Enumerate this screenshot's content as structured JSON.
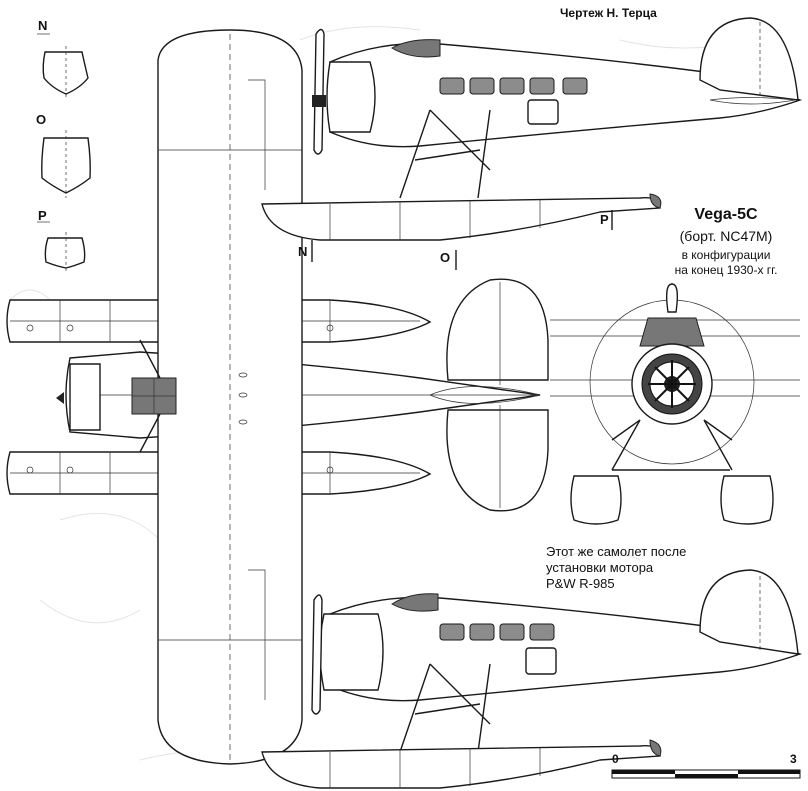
{
  "credit": "Чертеж Н. Терца",
  "sections": [
    {
      "id": "N",
      "label": "N"
    },
    {
      "id": "O",
      "label": "O"
    },
    {
      "id": "P",
      "label": "P"
    }
  ],
  "aircraft": {
    "model": "Vega-5C",
    "registration": "(борт. NC47M)",
    "config_line1": "в конфигурации",
    "config_line2": "на конец 1930-х гг."
  },
  "note": {
    "line1": "Этот же самолет после",
    "line2": "установки мотора",
    "line3": "P&W R-985"
  },
  "scale_bar": {
    "start_label": "0",
    "end_label": "3"
  },
  "colors": {
    "line": "#1a1a1a",
    "window": "#8c8c8c",
    "background": "#ffffff"
  }
}
